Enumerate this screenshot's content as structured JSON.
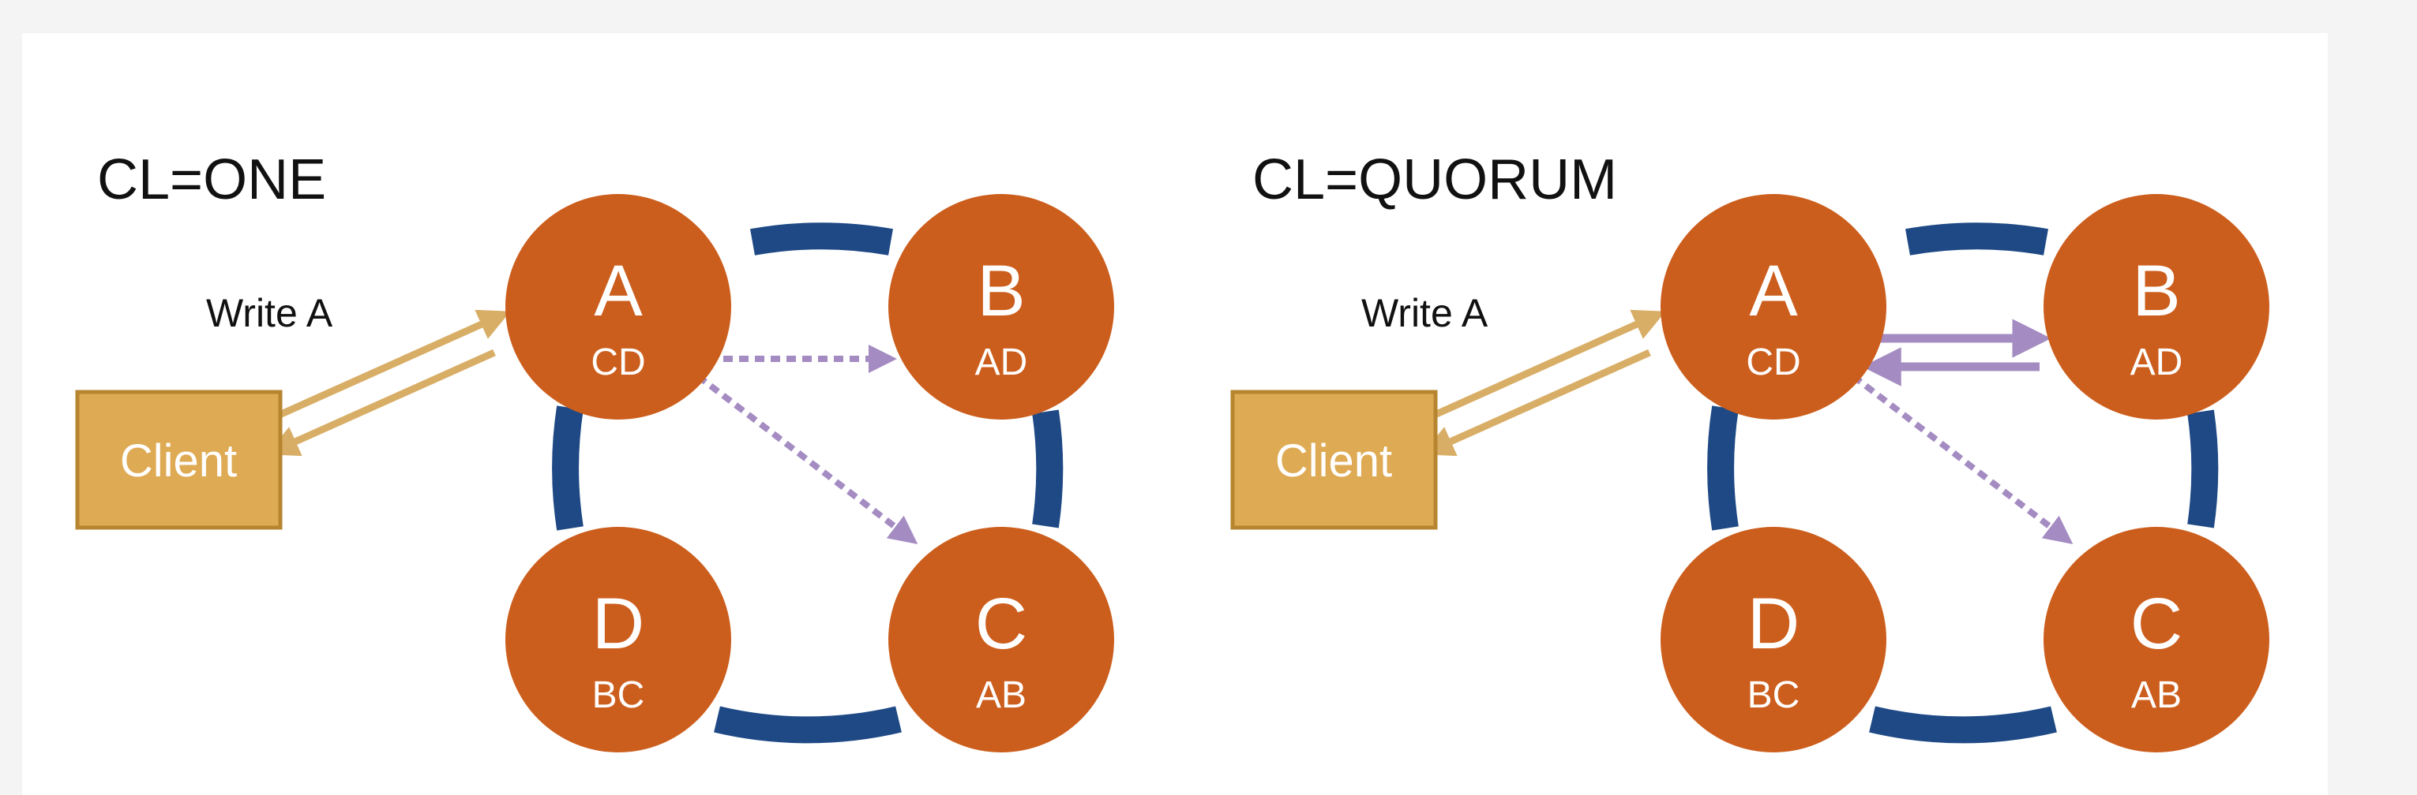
{
  "colors": {
    "node": "#cc5e1d",
    "ring": "#1e4985",
    "client": "#deaa54",
    "request_arrow": "#d8ae66",
    "replica_arrow": "#a48cc2"
  },
  "diagrams": [
    {
      "title": "CL=ONE",
      "write_label": "Write A",
      "client_label": "Client",
      "nodes": {
        "A": {
          "letter": "A",
          "sub": "CD"
        },
        "B": {
          "letter": "B",
          "sub": "AD"
        },
        "C": {
          "letter": "C",
          "sub": "AB"
        },
        "D": {
          "letter": "D",
          "sub": "BC"
        }
      }
    },
    {
      "title": "CL=QUORUM",
      "write_label": "Write A",
      "client_label": "Client",
      "nodes": {
        "A": {
          "letter": "A",
          "sub": "CD"
        },
        "B": {
          "letter": "B",
          "sub": "AD"
        },
        "C": {
          "letter": "C",
          "sub": "AB"
        },
        "D": {
          "letter": "D",
          "sub": "BC"
        }
      }
    }
  ]
}
